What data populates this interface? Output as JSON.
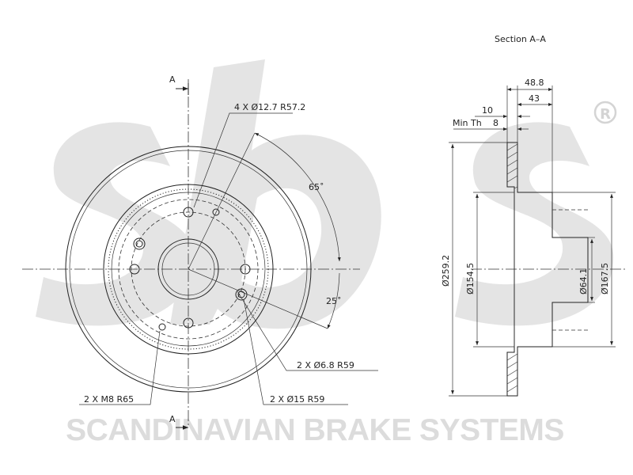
{
  "section_title": "Section A–A",
  "section_marks": {
    "top": "A",
    "bottom": "A"
  },
  "front_view": {
    "callout_bolt_holes": "4 X Ø12.7 R57.2",
    "angle_upper": "65˚",
    "angle_lower": "25˚",
    "callout_small_holes": "2 X Ø6.8 R59",
    "callout_large_holes": "2 X Ø15 R59",
    "callout_threads": "2 X M8 R65"
  },
  "side_view": {
    "overall_width": "48.8",
    "hat_width": "43",
    "thickness": "10",
    "min_thickness_label": "Min Th",
    "min_thickness_value": "8",
    "disc_diameter": "Ø259.2",
    "hat_inner_diameter": "Ø154.5",
    "center_bore_diameter": "Ø64.1",
    "hat_outer_diameter": "Ø167.5"
  },
  "watermark": {
    "logo_text": "sbs",
    "registered_mark": "®",
    "company": "SCANDINAVIAN BRAKE SYSTEMS"
  },
  "colors": {
    "watermark": "#dcdcdc",
    "line": "#222222",
    "background": "#ffffff"
  }
}
